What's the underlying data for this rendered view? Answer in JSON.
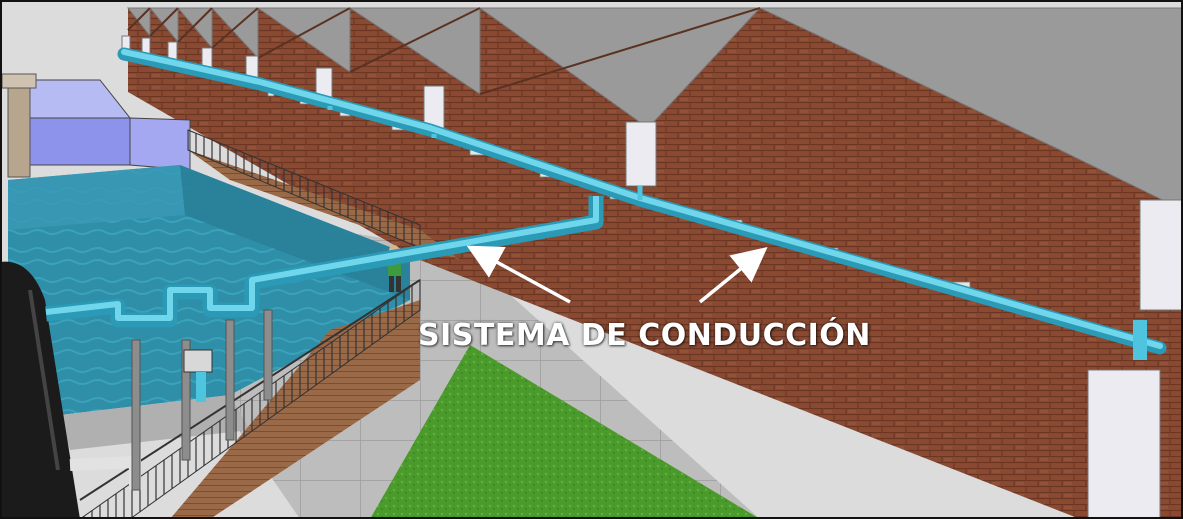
{
  "illustration": {
    "caption": "SISTEMA DE CONDUCCIÓN",
    "colors": {
      "pipe": "#4fc4de",
      "pipe_dark": "#2a9ab6",
      "brick": "#8a4a32",
      "mortar": "#6b3624",
      "roof": "#9a9a9a",
      "pool_water": "#2f8fa8",
      "tank_water": "#8d93ea",
      "grass": "#4a9a2c",
      "pavement": "#bcbcbc",
      "deck": "#9a6a48",
      "downspout": "#ecebf2",
      "arrow": "#ffffff"
    },
    "icons": [
      "arrow-to-branch-pipe",
      "arrow-to-main-pipe"
    ]
  }
}
